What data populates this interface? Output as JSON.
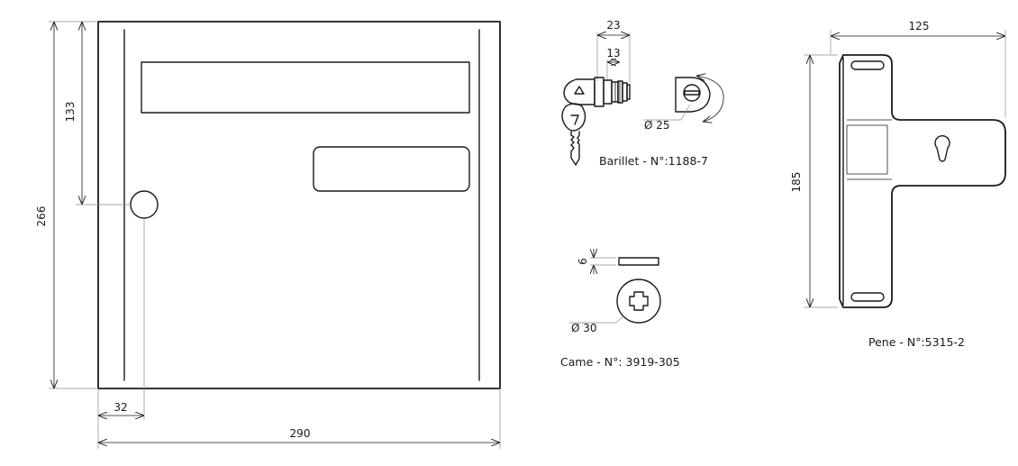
{
  "mailbox": {
    "height_label": "266",
    "lock_height_label": "133",
    "lock_offset_label": "32",
    "width_label": "290"
  },
  "barillet": {
    "length_label": "23",
    "inner_label": "13",
    "diameter_label": "Ø 25",
    "caption": "Barillet - N°:1188-7"
  },
  "came": {
    "thickness_label": "6",
    "diameter_label": "Ø 30",
    "caption": "Came - N°: 3919-305"
  },
  "pene": {
    "width_label": "125",
    "height_label": "185",
    "caption": "Pene - N°:5315-2"
  },
  "colors": {
    "line": "#1a1a1a",
    "extension_line": "#8a8a8a",
    "background": "#ffffff"
  }
}
